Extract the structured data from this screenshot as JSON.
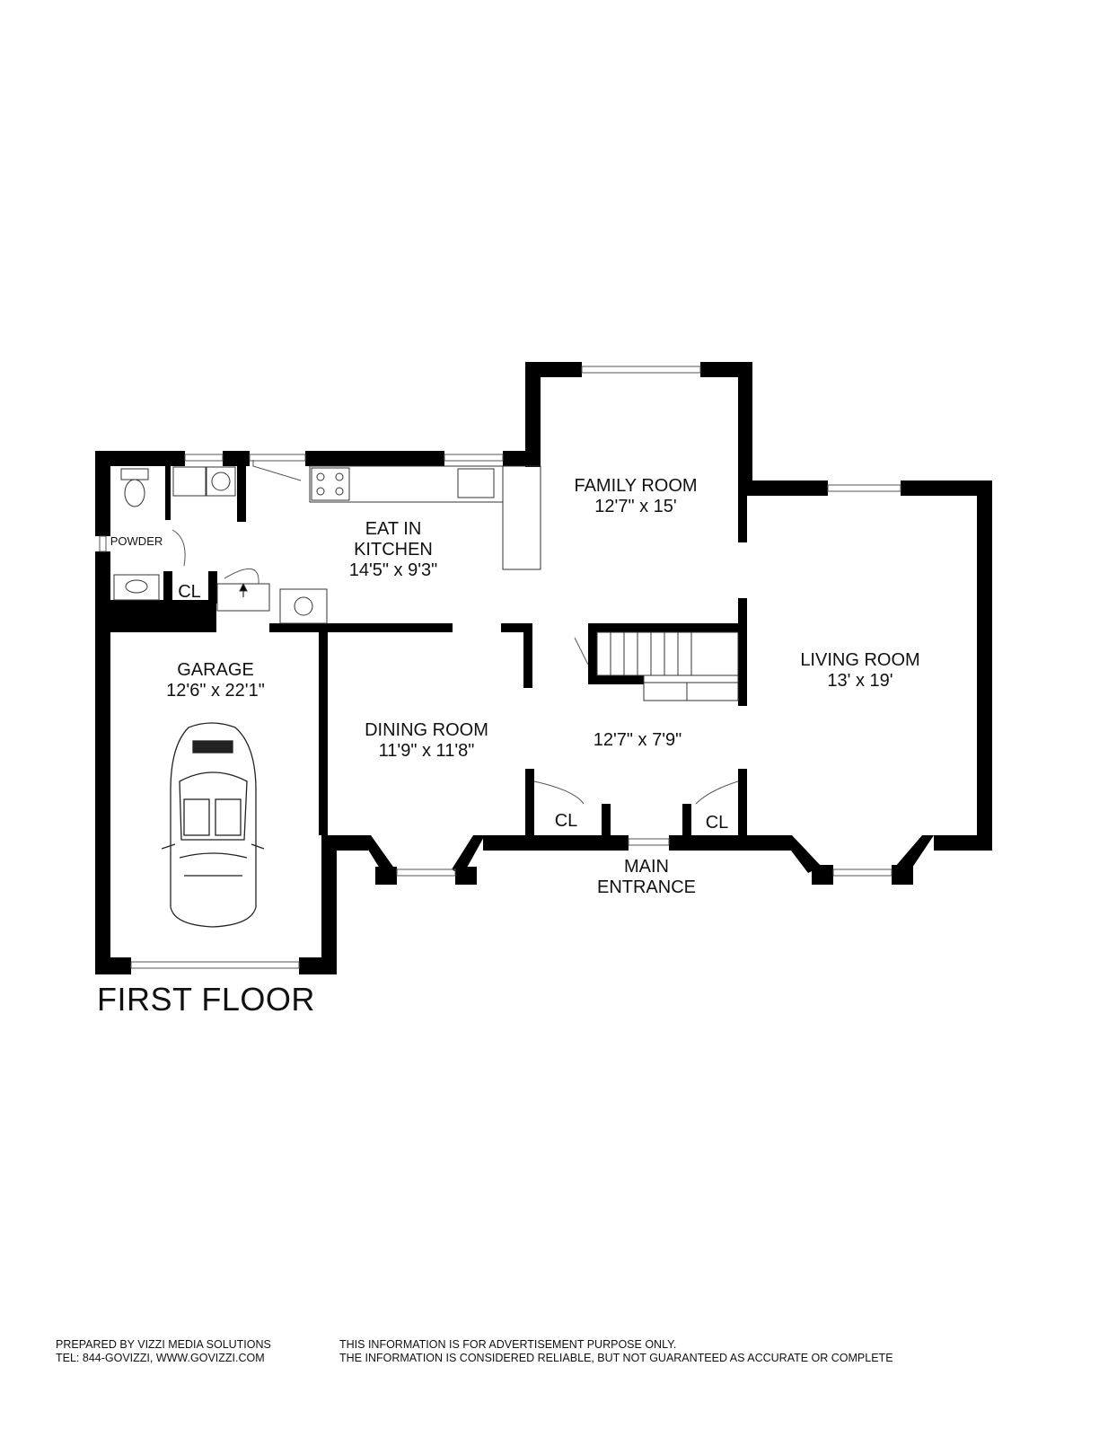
{
  "floor_title": "FIRST FLOOR",
  "rooms": {
    "family_room": {
      "name": "FAMILY ROOM",
      "size": "12'7\" x 15'"
    },
    "kitchen": {
      "name_line1": "EAT IN",
      "name_line2": "KITCHEN",
      "size": "14'5\" x 9'3\""
    },
    "living_room": {
      "name": "LIVING ROOM",
      "size": "13' x 19'"
    },
    "garage": {
      "name": "GARAGE",
      "size": "12'6\" x 22'1\""
    },
    "dining_room": {
      "name": "DINING ROOM",
      "size": "11'9\" x 11'8\""
    },
    "foyer": {
      "size": "12'7\" x 7'9\""
    },
    "powder": {
      "name": "POWDER"
    },
    "closet_laundry": {
      "name": "CL"
    },
    "closet_left": {
      "name": "CL"
    },
    "closet_right": {
      "name": "CL"
    }
  },
  "main_entrance": {
    "line1": "MAIN",
    "line2": "ENTRANCE"
  },
  "footer": {
    "left_line1": "PREPARED BY VIZZI MEDIA SOLUTIONS",
    "left_line2": "TEL: 844-GOVIZZI, WWW.GOVIZZI.COM",
    "right_line1": "THIS INFORMATION IS FOR ADVERTISEMENT PURPOSE ONLY.",
    "right_line2": "THE INFORMATION IS CONSIDERED RELIABLE, BUT NOT GUARANTEED AS ACCURATE OR COMPLETE"
  }
}
